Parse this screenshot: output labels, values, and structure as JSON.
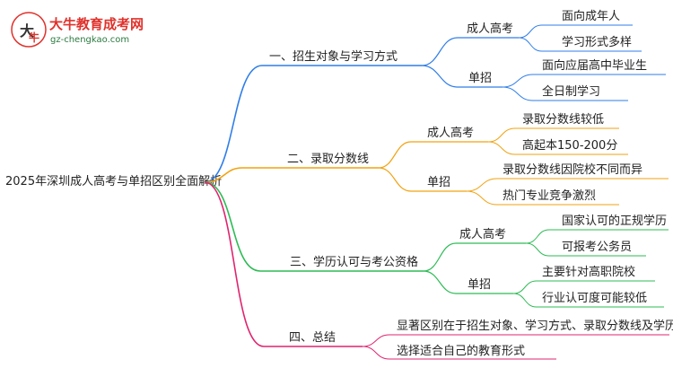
{
  "logo": {
    "site_name": "大牛教育成考网",
    "site_url": "gz-chengkao.com"
  },
  "root": "2025年深圳成人高考与单招区别全面解析",
  "branches": [
    {
      "label": "一、招生对象与学习方式",
      "color": "#2f7ee8",
      "children": [
        {
          "label": "成人高考",
          "items": [
            "面向成年人",
            "学习形式多样"
          ]
        },
        {
          "label": "单招",
          "items": [
            "面向应届高中毕业生",
            "全日制学习"
          ]
        }
      ]
    },
    {
      "label": "二、录取分数线",
      "color": "#f2a20f",
      "children": [
        {
          "label": "成人高考",
          "items": [
            "录取分数线较低",
            "高起本150-200分"
          ]
        },
        {
          "label": "单招",
          "items": [
            "录取分数线因院校不同而异",
            "热门专业竞争激烈"
          ]
        }
      ]
    },
    {
      "label": "三、学历认可与考公资格",
      "color": "#2dbb55",
      "children": [
        {
          "label": "成人高考",
          "items": [
            "国家认可的正规学历",
            "可报考公务员"
          ]
        },
        {
          "label": "单招",
          "items": [
            "主要针对高职院校",
            "行业认可度可能较低"
          ]
        }
      ]
    },
    {
      "label": "四、总结",
      "color": "#e0246e",
      "items": [
        "显著区别在于招生对象、学习方式、录取分数线及学历认可",
        "选择适合自己的教育形式"
      ]
    }
  ]
}
